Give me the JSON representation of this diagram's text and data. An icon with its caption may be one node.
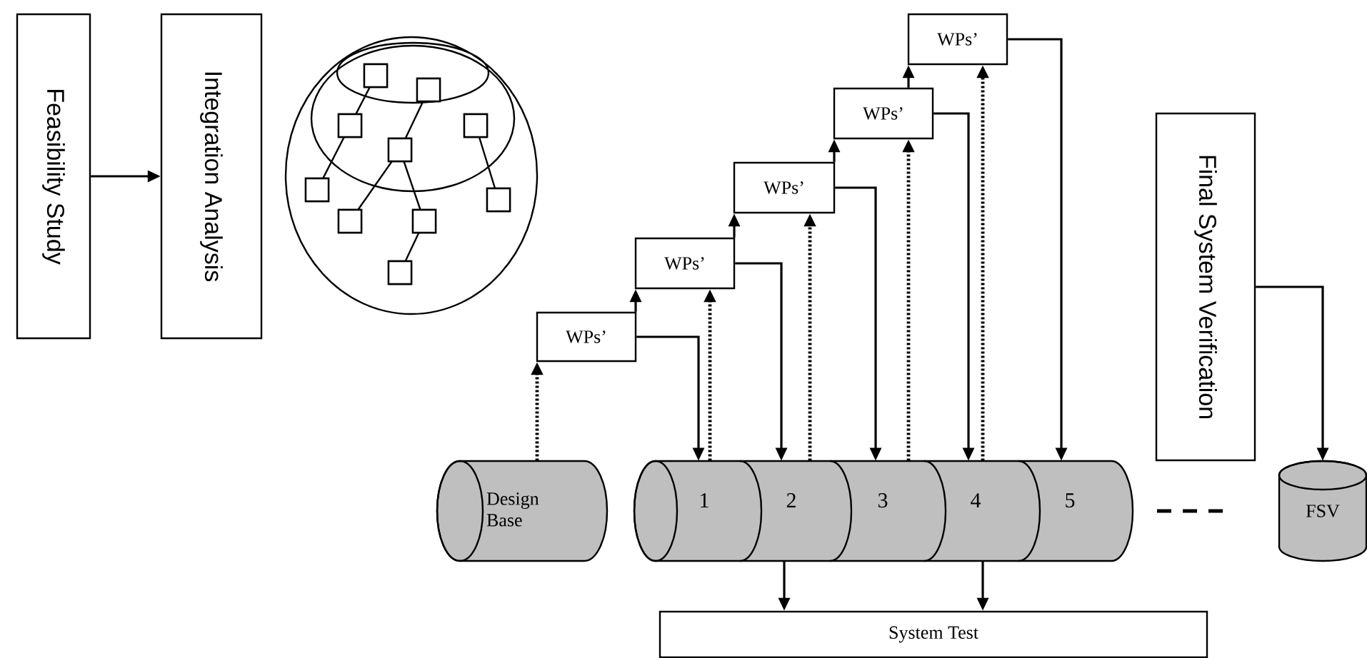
{
  "diagram": {
    "nodes": [
      {
        "text": [
          "Feasibility Study"
        ]
      },
      {
        "text": [
          "Integration Analysis"
        ]
      },
      {
        "text": [
          "WPs’"
        ]
      },
      {
        "text": [
          "WPs’"
        ]
      },
      {
        "text": [
          "WPs’"
        ]
      },
      {
        "text": [
          "WPs’"
        ]
      },
      {
        "text": [
          "WPs’"
        ]
      },
      {
        "text": [
          "Final System Verification"
        ]
      },
      {
        "text": [
          "Design Base"
        ]
      },
      {
        "text": [],
        "shape": "cylinder"
      },
      {
        "text": [
          "1"
        ],
        "in": 9
      },
      {
        "text": [
          "2"
        ],
        "in": 9
      },
      {
        "text": [
          "3"
        ],
        "in": 9
      },
      {
        "text": [
          "4"
        ],
        "in": 9
      },
      {
        "text": [
          "5"
        ],
        "in": 9
      },
      {
        "text": [
          "FSV"
        ]
      },
      {
        "text": [
          "System Test"
        ]
      }
    ],
    "edges": [
      {
        "from": 0,
        "to": 1,
        "arrow": "to"
      },
      {
        "from": 8,
        "to": 2,
        "arrow": "to",
        "style": "dashed"
      },
      {
        "from": 2,
        "to": 10,
        "arrow": "to"
      },
      {
        "from": 10,
        "to": 3,
        "arrow": "to",
        "style": "dashed"
      },
      {
        "from": 2,
        "to": 3,
        "arrow": "to"
      },
      {
        "from": 3,
        "to": 11,
        "arrow": "to"
      },
      {
        "from": 11,
        "to": 4,
        "arrow": "to",
        "style": "dashed"
      },
      {
        "from": 3,
        "to": 4,
        "arrow": "to"
      },
      {
        "from": 4,
        "to": 12,
        "arrow": "to"
      },
      {
        "from": 12,
        "to": 5,
        "arrow": "to",
        "style": "dashed"
      },
      {
        "from": 4,
        "to": 5,
        "arrow": "to"
      },
      {
        "from": 5,
        "to": 13,
        "arrow": "to"
      },
      {
        "from": 13,
        "to": 6,
        "arrow": "to",
        "style": "dashed"
      },
      {
        "from": 5,
        "to": 6,
        "arrow": "to"
      },
      {
        "from": 6,
        "to": 14,
        "arrow": "to"
      },
      {
        "from": 11,
        "to": 16,
        "arrow": "to"
      },
      {
        "from": 13,
        "to": 16,
        "arrow": "to"
      },
      {
        "from": 7,
        "to": 15,
        "arrow": "to"
      }
    ]
  }
}
